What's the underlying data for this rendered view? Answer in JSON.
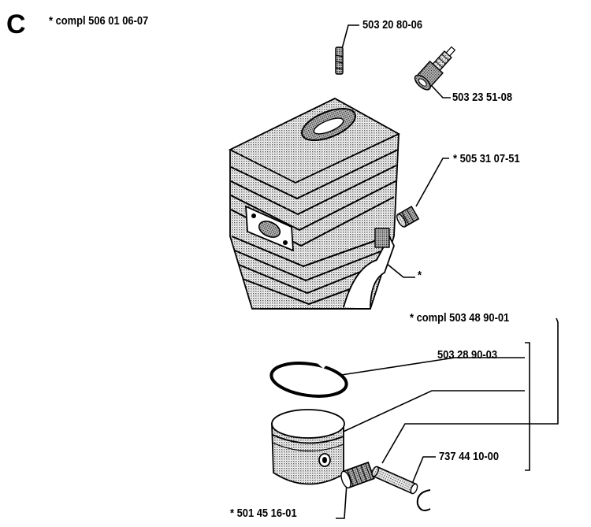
{
  "section": {
    "letter": "C",
    "assembly_label": "* compl 506 01 06-07"
  },
  "parts": {
    "screw_top": "503 20 80-06",
    "spark_plug": "503 23 51-08",
    "nut": "* 505 31 07-51",
    "cylinder_mark": "*",
    "kit": "* compl 503 48 90-01",
    "piston_ring": "503 28 90-03",
    "pin_clip": "737 44 10-00",
    "needle_bearing": "* 501 45 16-01"
  },
  "colors": {
    "ink": "#000000",
    "paper": "#ffffff",
    "shade": "#9a9a9a"
  }
}
